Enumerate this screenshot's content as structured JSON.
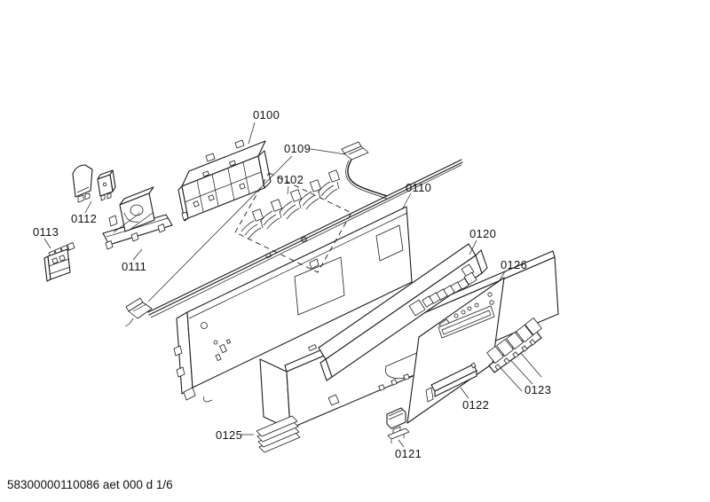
{
  "diagram": {
    "footer": "58300000110086 aet 000 d 1/6",
    "background": "#ffffff",
    "line_color": "#1c1c1c",
    "labels": {
      "l0100": "0100",
      "l0102": "0102",
      "l0109": "0109",
      "l0110": "0110",
      "l0111": "0111",
      "l0112": "0112",
      "l0113": "0113",
      "l0120": "0120",
      "l0121": "0121",
      "l0122": "0122",
      "l0123": "0123",
      "l0125": "0125",
      "l0126": "0126"
    }
  }
}
